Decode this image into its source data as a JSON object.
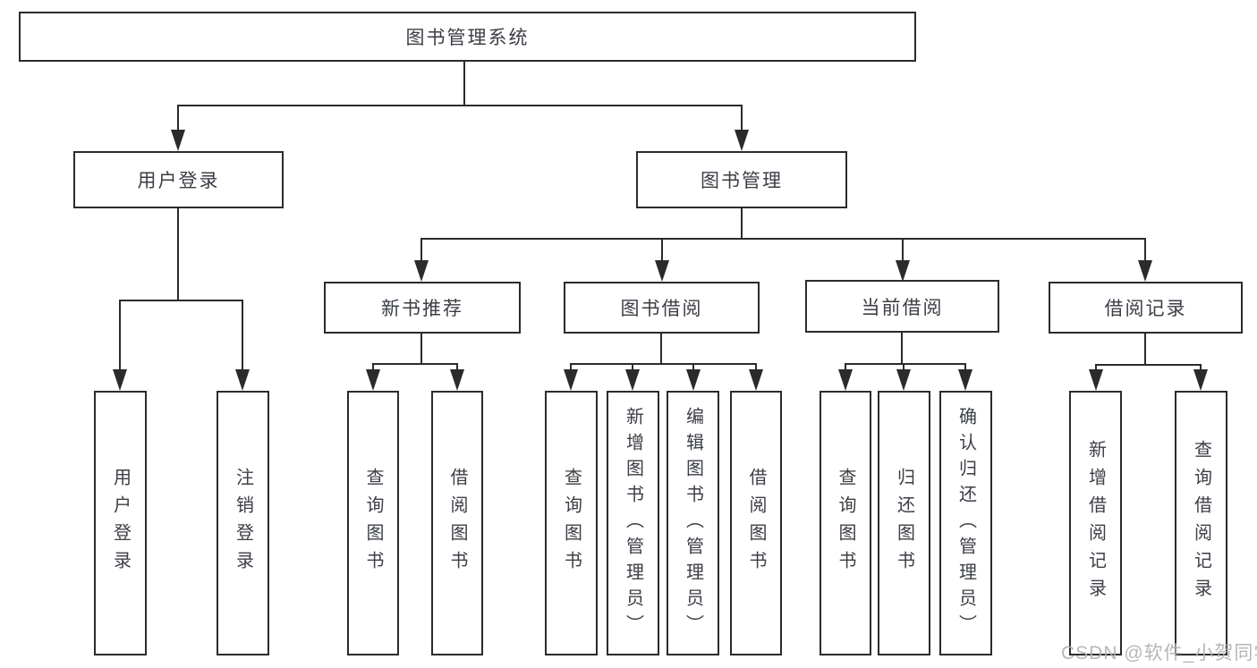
{
  "diagram_title": "图书管理系统",
  "colors": {
    "line": "#2b2b2b",
    "box_border": "#2b2b2b",
    "text": "#3b3e45",
    "background": "#ffffff",
    "watermark": "#afafaf"
  },
  "nodes": {
    "root": {
      "label": "图书管理系统"
    },
    "level2": [
      {
        "label": "用户登录"
      },
      {
        "label": "图书管理"
      }
    ],
    "level3": [
      {
        "label": "新书推荐",
        "parent": "图书管理"
      },
      {
        "label": "图书借阅",
        "parent": "图书管理"
      },
      {
        "label": "当前借阅",
        "parent": "图书管理"
      },
      {
        "label": "借阅记录",
        "parent": "图书管理"
      }
    ],
    "leaves": [
      {
        "label": "用户登录",
        "parent": "用户登录"
      },
      {
        "label": "注销登录",
        "parent": "用户登录"
      },
      {
        "label": "查询图书",
        "parent": "新书推荐"
      },
      {
        "label": "借阅图书",
        "parent": "新书推荐"
      },
      {
        "label": "查询图书",
        "parent": "图书借阅"
      },
      {
        "label": "新增图书（管理员）",
        "parent": "图书借阅"
      },
      {
        "label": "编辑图书（管理员）",
        "parent": "图书借阅"
      },
      {
        "label": "借阅图书",
        "parent": "图书借阅"
      },
      {
        "label": "查询图书",
        "parent": "当前借阅"
      },
      {
        "label": "归还图书",
        "parent": "当前借阅"
      },
      {
        "label": "确认归还（管理员）",
        "parent": "当前借阅"
      },
      {
        "label": "新增借阅记录",
        "parent": "借阅记录"
      },
      {
        "label": "查询借阅记录",
        "parent": "借阅记录"
      }
    ]
  },
  "watermark": {
    "text": "CSDN @软件_小贺同学"
  }
}
